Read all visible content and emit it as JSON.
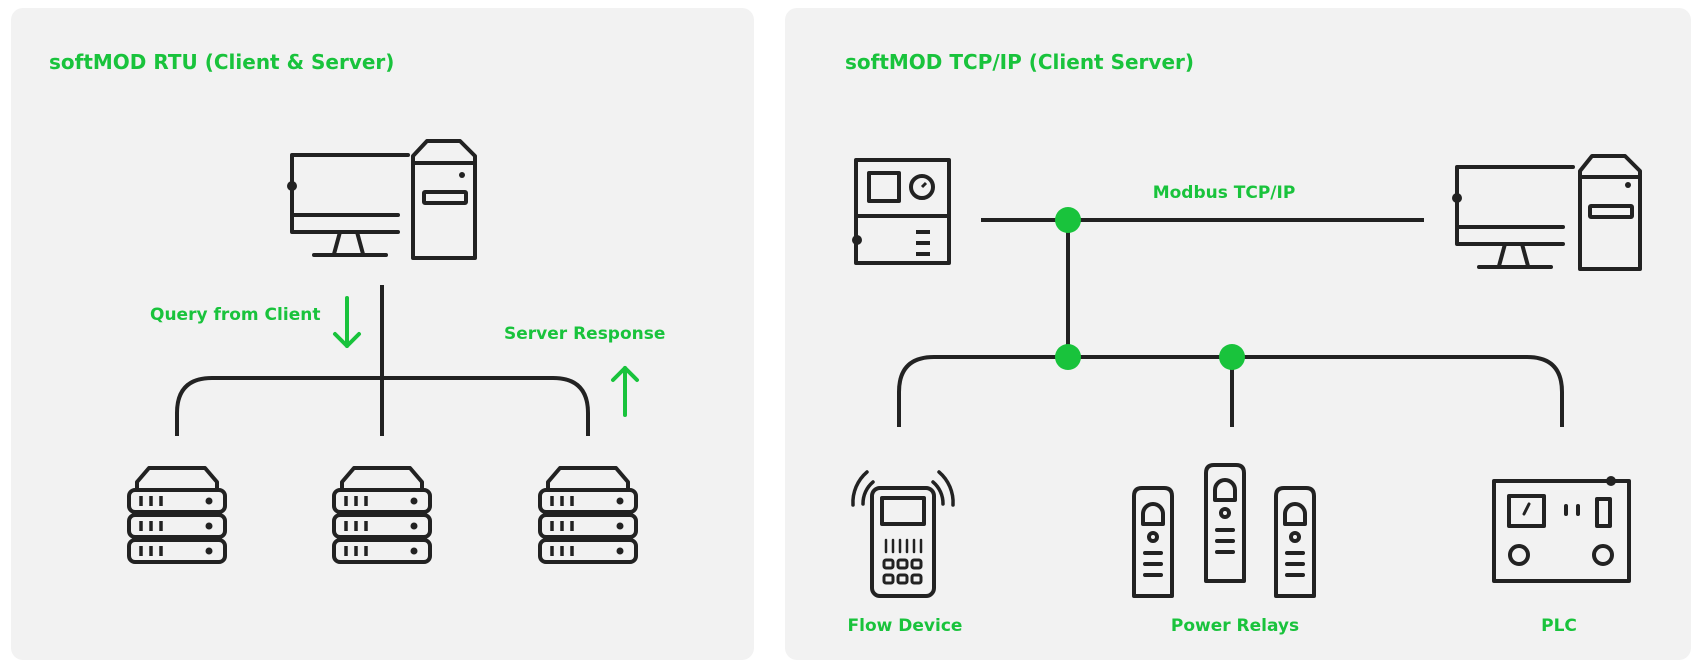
{
  "panels": {
    "rtu": {
      "title": "softMOD RTU (Client & Server)",
      "query_label": "Query from Client",
      "response_label": "Server Response"
    },
    "tcp": {
      "title": "softMOD TCP/IP (Client Server)",
      "bus_label": "Modbus TCP/IP",
      "devices": {
        "flow": "Flow Device",
        "relays": "Power Relays",
        "plc": "PLC"
      }
    }
  },
  "colors": {
    "accent": "#19c33c",
    "line": "#222222",
    "panel": "#f2f2f2"
  }
}
